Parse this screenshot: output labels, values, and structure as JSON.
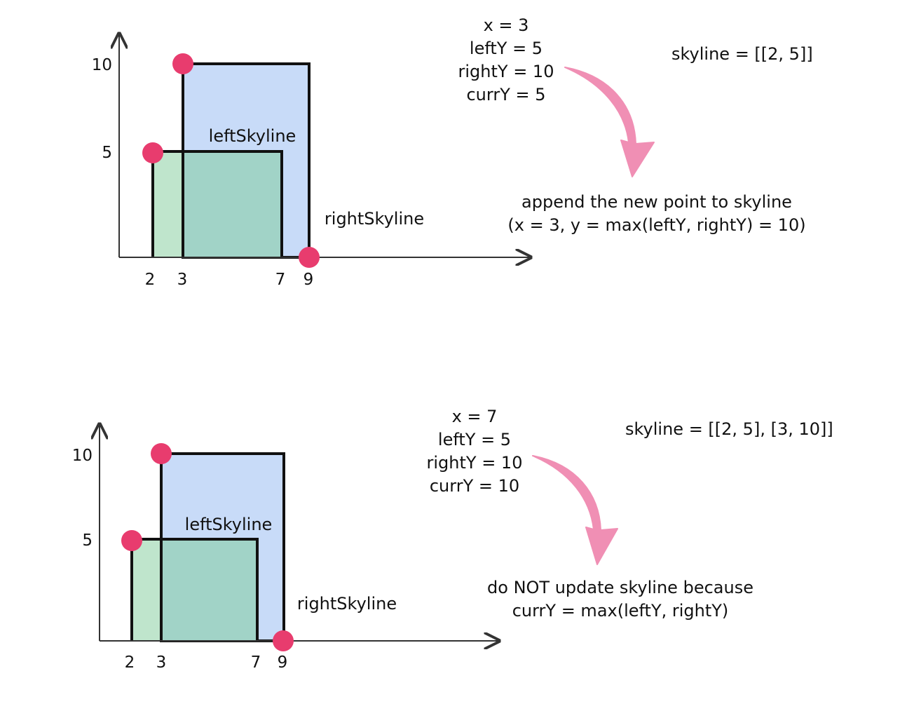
{
  "panels": [
    {
      "y_ticks": [
        "10",
        "5"
      ],
      "x_ticks": [
        "2",
        "3",
        "7",
        "9"
      ],
      "left_label": "leftSkyline",
      "right_label": "rightSkyline",
      "info_lines": [
        "x = 3",
        "leftY = 5",
        "rightY = 10",
        "currY = 5"
      ],
      "skyline": "skyline = [[2, 5]]",
      "note_lines": [
        "append the new point to skyline",
        "(x = 3, y = max(leftY, rightY) = 10)"
      ]
    },
    {
      "y_ticks": [
        "10",
        "5"
      ],
      "x_ticks": [
        "2",
        "3",
        "7",
        "9"
      ],
      "left_label": "leftSkyline",
      "right_label": "rightSkyline",
      "info_lines": [
        "x = 7",
        "leftY = 5",
        "rightY = 10",
        "currY = 10"
      ],
      "skyline": "skyline = [[2, 5], [3, 10]]",
      "note_lines": [
        "do NOT update skyline because",
        "currY = max(leftY, rightY)"
      ]
    }
  ],
  "colors": {
    "right_fill": "#c8dbf8",
    "left_fill": "#bfe5cc",
    "overlap_fill": "#a1d3c7",
    "point": "#e83c6e",
    "arrow": "#f08fb4",
    "outline": "#111111"
  }
}
